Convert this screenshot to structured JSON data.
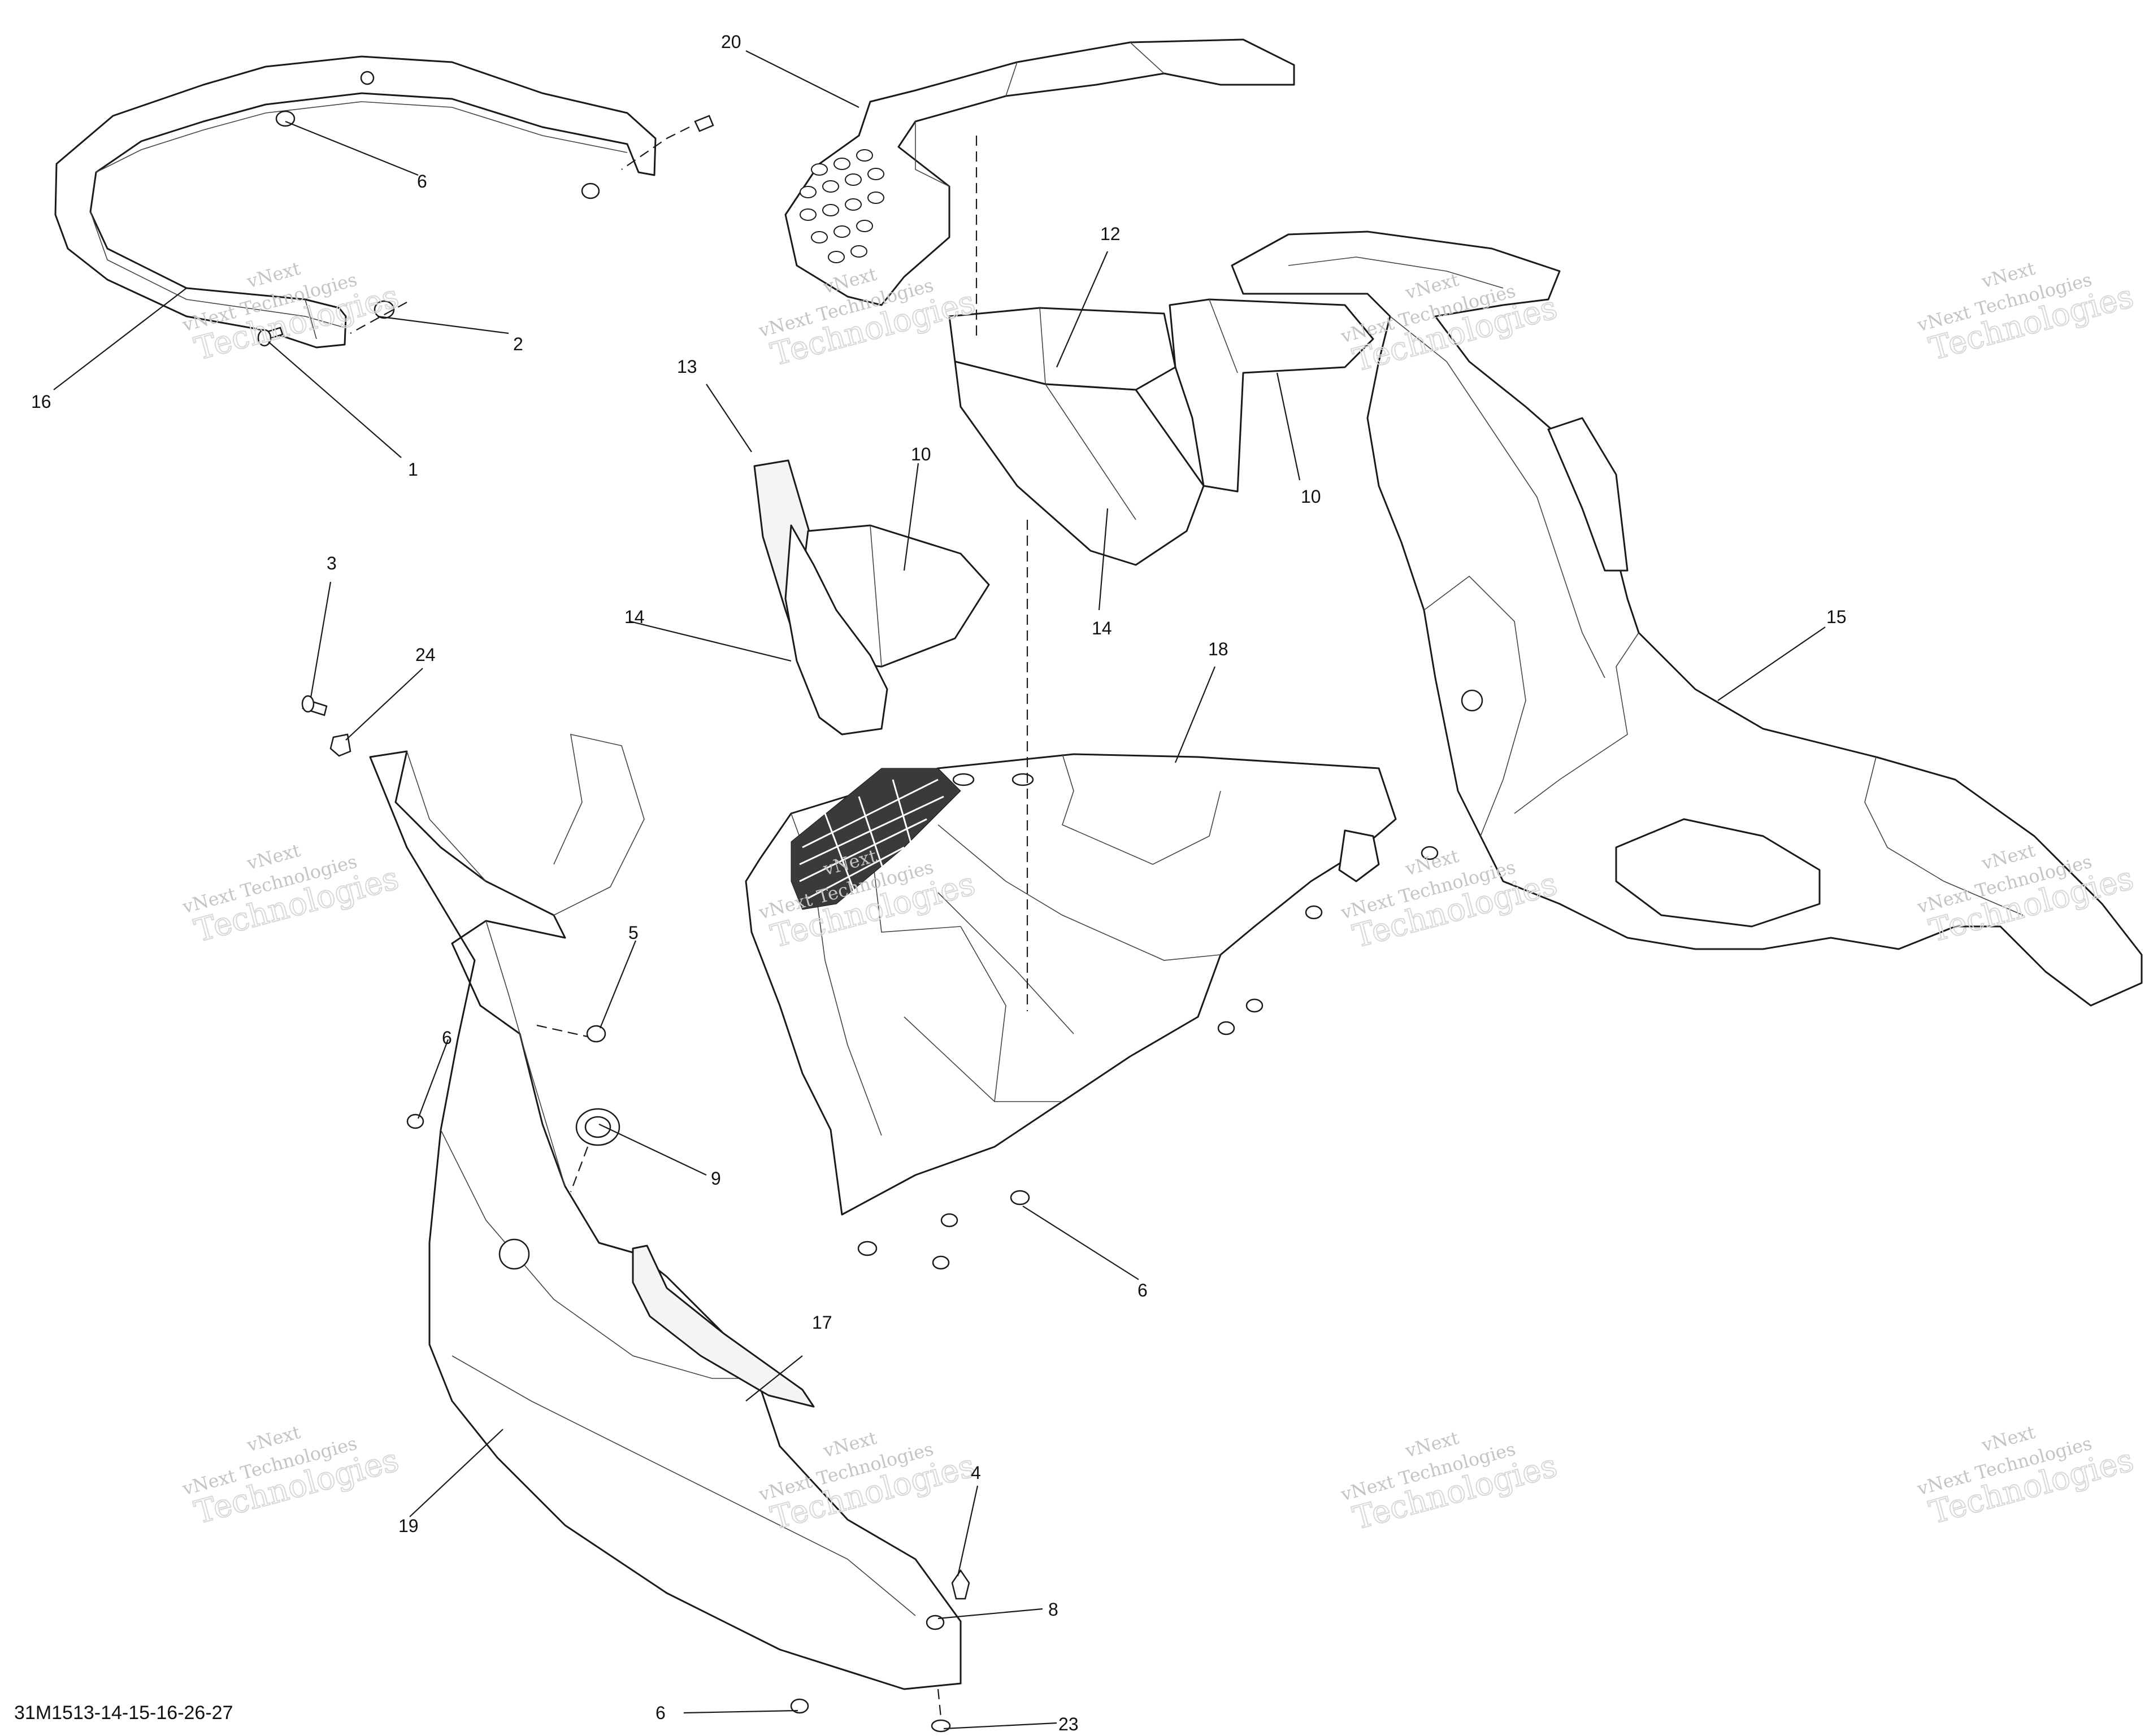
{
  "drawing_code": "31M1513-14-15-16-26-27",
  "watermark": {
    "line1": "vNext",
    "line2": "vNext Technologies",
    "line3": "Technologies"
  },
  "callouts": {
    "c1": "1",
    "c2": "2",
    "c3": "3",
    "c4": "4",
    "c5": "5",
    "c6a": "6",
    "c6b": "6",
    "c6c": "6",
    "c6d": "6",
    "c8": "8",
    "c9": "9",
    "c10a": "10",
    "c10b": "10",
    "c12": "12",
    "c13": "13",
    "c14a": "14",
    "c14b": "14",
    "c15": "15",
    "c16": "16",
    "c17": "17",
    "c18": "18",
    "c19": "19",
    "c20": "20",
    "c23": "23",
    "c24": "24"
  }
}
